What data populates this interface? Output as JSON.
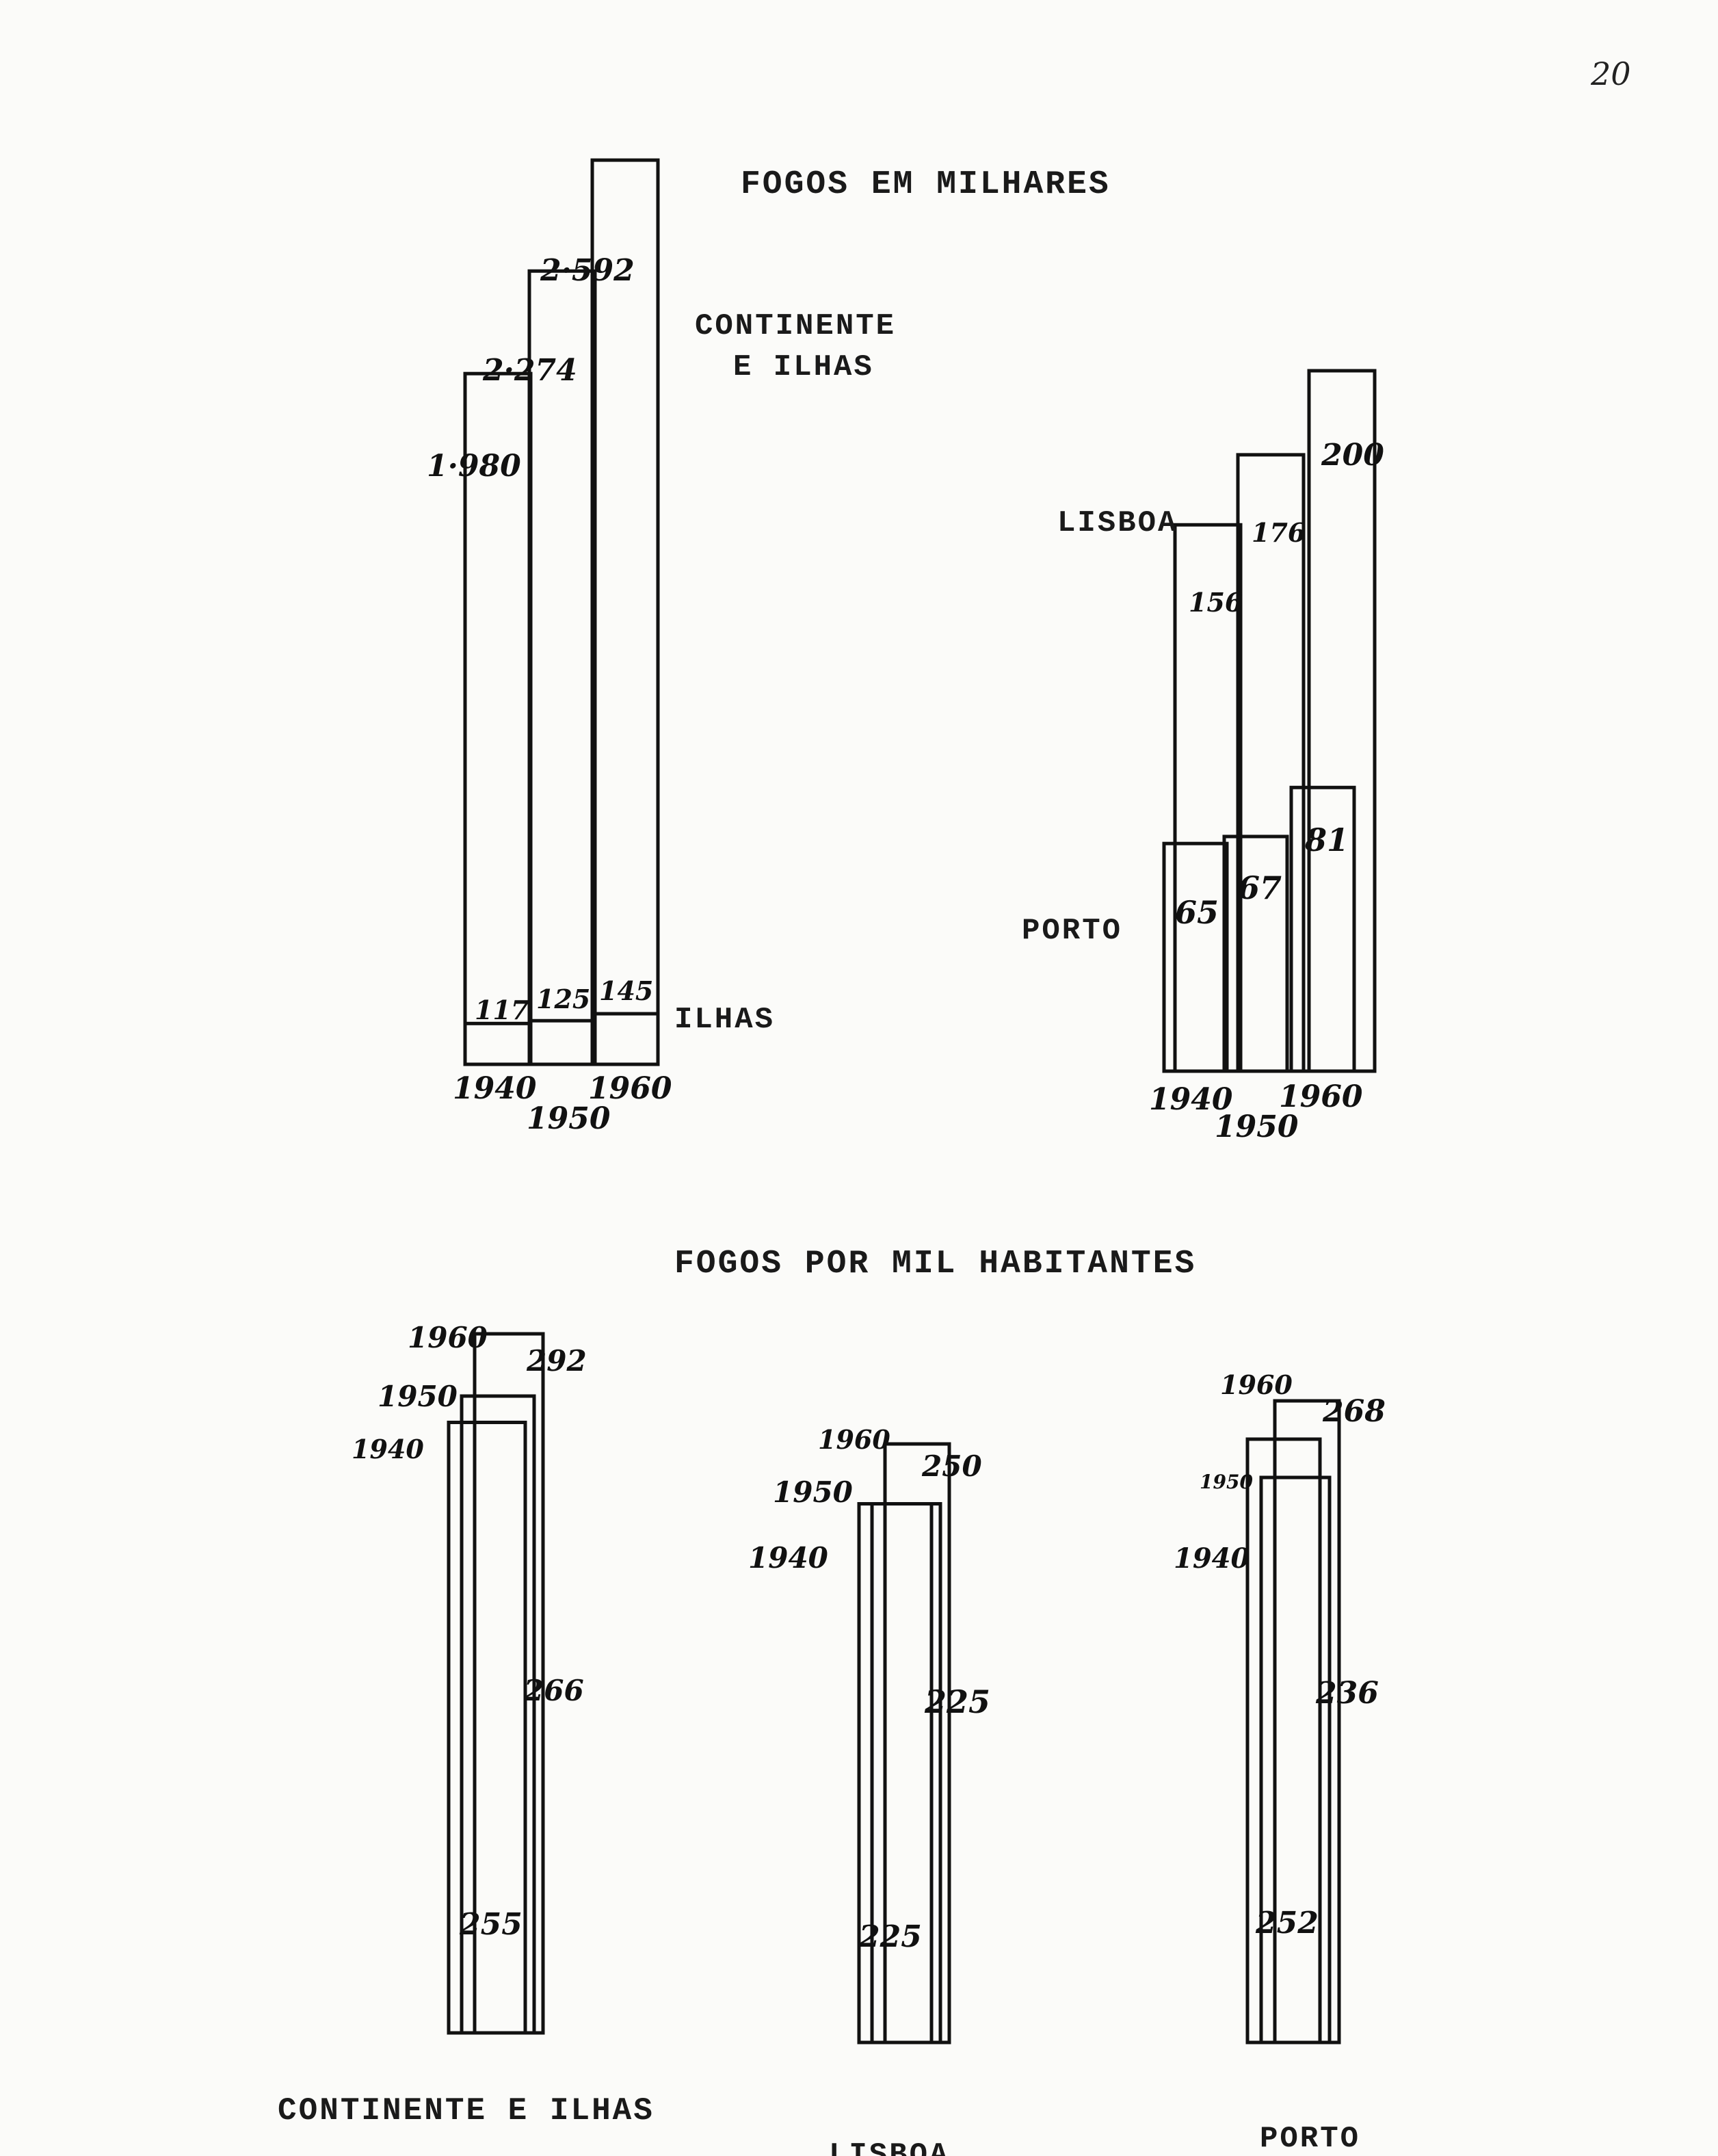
{
  "page_number": "20",
  "sections": {
    "top_title": "FOGOS EM MILHARES",
    "bottom_title": "FOGOS POR MIL HABITANTES"
  },
  "chart_data": [
    {
      "type": "bar",
      "title": "FOGOS EM MILHARES",
      "categories": [
        "1940",
        "1950",
        "1960"
      ],
      "series": [
        {
          "name": "CONTINENTE E ILHAS",
          "values": [
            1980,
            2274,
            2592
          ],
          "labels": [
            "1·980",
            "2·274",
            "2·592"
          ]
        },
        {
          "name": "ILHAS",
          "values": [
            117,
            125,
            145
          ],
          "labels": [
            "117",
            "125",
            "145"
          ]
        }
      ],
      "series_label_lines": [
        "CONTINENTE",
        "E ILHAS"
      ]
    },
    {
      "type": "bar",
      "categories": [
        "1940",
        "1950",
        "1960"
      ],
      "series": [
        {
          "name": "LISBOA",
          "values": [
            156,
            176,
            200
          ],
          "labels": [
            "156",
            "176",
            "200"
          ]
        },
        {
          "name": "PORTO",
          "values": [
            65,
            67,
            81
          ],
          "labels": [
            "65",
            "67",
            "81"
          ]
        }
      ]
    },
    {
      "type": "bar",
      "title": "FOGOS POR MIL HABITANTES",
      "groups": [
        {
          "name": "CONTINENTE E ILHAS",
          "categories": [
            "1940",
            "1950",
            "1960"
          ],
          "values": [
            255,
            266,
            292
          ],
          "labels": [
            "255",
            "266",
            "292"
          ]
        },
        {
          "name": "LISBOA",
          "categories": [
            "1940",
            "1950",
            "1960"
          ],
          "values": [
            225,
            225,
            250
          ],
          "labels": [
            "225",
            "225",
            "250"
          ]
        },
        {
          "name": "PORTO",
          "categories": [
            "1940",
            "1950",
            "1960"
          ],
          "values": [
            252,
            236,
            268
          ],
          "labels": [
            "252",
            "236",
            "268"
          ]
        }
      ]
    }
  ]
}
